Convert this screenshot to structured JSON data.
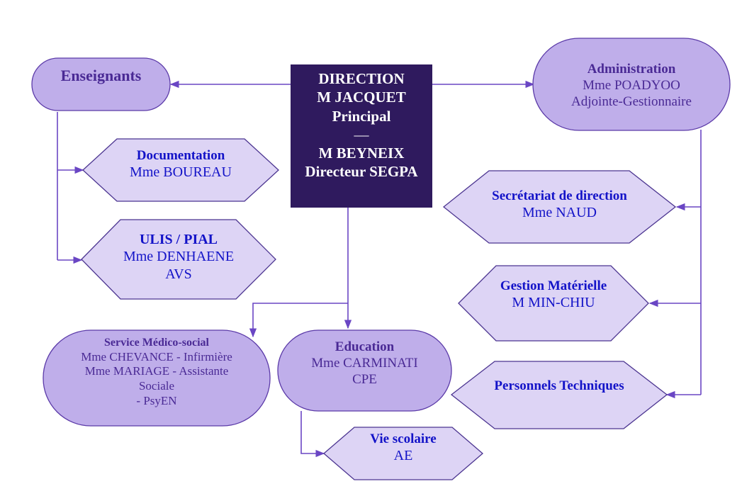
{
  "colors": {
    "direction_fill": "#2f1a5e",
    "pill_fill": "#bfaeea",
    "hex_fill": "#ddd4f5",
    "connector": "#6a46c4",
    "pill_text": "#4a2a95",
    "hex_text": "#1313c8"
  },
  "direction": {
    "lines": [
      "DIRECTION",
      "M JACQUET",
      "Principal",
      "—",
      "M BEYNEIX",
      "Directeur SEGPA"
    ]
  },
  "enseignants": {
    "title": "Enseignants"
  },
  "documentation": {
    "title": "Documentation",
    "lines": [
      "Mme BOUREAU"
    ]
  },
  "ulis": {
    "title": "ULIS / PIAL",
    "lines": [
      "Mme DENHAENE",
      "AVS"
    ]
  },
  "medico_social": {
    "title": "Service Médico-social",
    "lines": [
      "Mme CHEVANCE - Infirmière",
      "Mme MARIAGE - Assistante",
      "Sociale",
      "- PsyEN"
    ]
  },
  "education": {
    "title": "Education",
    "lines": [
      "Mme CARMINATI",
      "CPE"
    ]
  },
  "vie_scolaire": {
    "title": "Vie scolaire",
    "lines": [
      "AE"
    ]
  },
  "administration": {
    "title": "Administration",
    "lines": [
      "Mme POADYOO",
      "Adjointe-Gestionnaire"
    ]
  },
  "secretariat": {
    "title": "Secrétariat de direction",
    "lines": [
      "Mme NAUD"
    ]
  },
  "gestion_materielle": {
    "title": "Gestion Matérielle",
    "lines": [
      "M MIN-CHIU"
    ]
  },
  "personnels_techniques": {
    "title": "Personnels Techniques"
  }
}
